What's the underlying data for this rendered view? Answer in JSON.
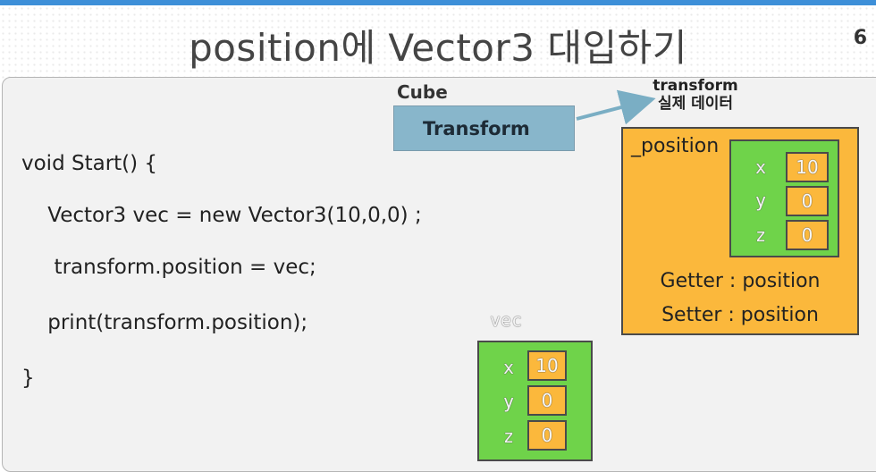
{
  "slide": {
    "title": "position에  Vector3 대입하기",
    "page_number": "6"
  },
  "code": {
    "lines": [
      "void Start() {",
      "    Vector3 vec = new Vector3(10,0,0) ;",
      "     transform.position = vec;",
      "    print(transform.position);",
      "}"
    ]
  },
  "diagram": {
    "cube_label": "Cube",
    "transform_label": "Transform",
    "real_data_label_line1": "transform",
    "real_data_label_line2": "실제 데이터",
    "position_field_label": "_position",
    "position_values": {
      "x_label": "x",
      "y_label": "y",
      "z_label": "z",
      "x": "10",
      "y": "0",
      "z": "0"
    },
    "getter_label": "Getter : position",
    "setter_label": "Setter : position",
    "vec_label": "vec",
    "vec_values": {
      "x_label": "x",
      "y_label": "y",
      "z_label": "z",
      "x": "10",
      "y": "0",
      "z": "0"
    },
    "colors": {
      "accent_bar": "#3d8fd8",
      "transform_box": "#88b6cb",
      "orange": "#fbb83c",
      "green": "#6fd34a",
      "arrow": "#7aaec4"
    }
  }
}
